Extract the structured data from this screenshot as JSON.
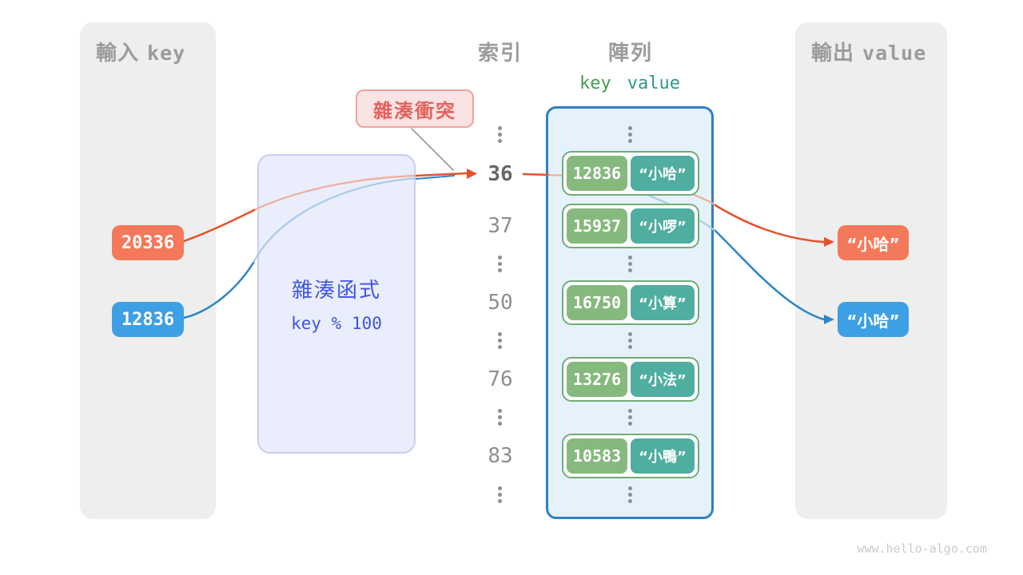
{
  "input_panel": {
    "title_cjk": "輸入",
    "title_latin": "key",
    "keys": [
      {
        "value": "20336",
        "color": "#F4795B"
      },
      {
        "value": "12836",
        "color": "#3DA0E5"
      }
    ]
  },
  "hash_function": {
    "name": "雜湊函式",
    "formula": "key % 100"
  },
  "collision_badge": {
    "label": "雜湊衝突"
  },
  "index_column": {
    "title": "索引",
    "indices": [
      "36",
      "37",
      "50",
      "76",
      "83"
    ],
    "highlighted_index": "36"
  },
  "array_panel": {
    "title": "陣列",
    "column_headers": {
      "key": "key",
      "value": "value"
    },
    "buckets": [
      {
        "key": "12836",
        "value": "“小哈”"
      },
      {
        "key": "15937",
        "value": "“小啰”"
      },
      {
        "key": "16750",
        "value": "“小算”"
      },
      {
        "key": "13276",
        "value": "“小法”"
      },
      {
        "key": "10583",
        "value": "“小鴨”"
      }
    ]
  },
  "output_panel": {
    "title_cjk": "輸出",
    "title_latin": "value",
    "values": [
      {
        "text": "“小哈”",
        "color": "#F4795B"
      },
      {
        "text": "“小哈”",
        "color": "#3DA0E5"
      }
    ]
  },
  "watermark": "www.hello-algo.com",
  "colors": {
    "orange_box": "#F4795B",
    "blue_box": "#3DA0E5",
    "orange_arrow": "#E4512B",
    "blue_arrow": "#2E85C6",
    "key_green": "#86B97D",
    "value_teal": "#4FAEA0",
    "array_border_blue": "#2F80C2",
    "hash_text_blue": "#3E55E0",
    "badge_red": "#E4625C"
  }
}
